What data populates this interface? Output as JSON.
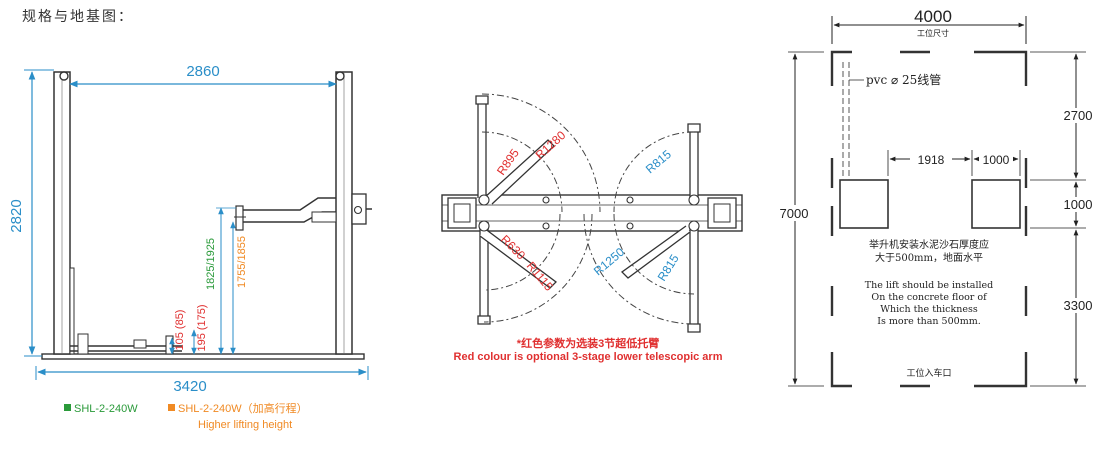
{
  "title": "规格与地基图：",
  "front_view": {
    "width_inner": "2860",
    "width_outer": "3420",
    "height": "2820",
    "dim_105_85": "105 (85)",
    "dim_195_175": "195 (175)",
    "dim_1825_1925": "1825/1925",
    "dim_1755_1855": "1755/1855"
  },
  "legend": {
    "model_std": "SHL-2-240W",
    "model_high": "SHL-2-240W（加高行程）",
    "model_high_en": "Higher lifting height",
    "std_color": "#2a9a3a",
    "high_color": "#f08a24"
  },
  "top_view": {
    "r895": "R895",
    "r1280": "R1280",
    "r815_top": "R815",
    "r630": "R630",
    "r1115": "R1115",
    "r1250": "R1250",
    "r815_bottom": "R815",
    "note_cn": "*红色参数为选装3节超低托臂",
    "note_en": "Red colour is optional 3-stage lower telescopic arm"
  },
  "foundation": {
    "width": "4000",
    "width_label": "工位尺寸",
    "pipe": "pvc ⌀ 25线管",
    "d1918": "1918",
    "d1000_h": "1000",
    "d2700": "2700",
    "d1000_v": "1000",
    "d3300": "3300",
    "d7000": "7000",
    "req_cn_1": "举升机安装水泥沙石厚度应",
    "req_cn_2": "大于500mm，地面水平",
    "req_en_1": "The lift should be installed",
    "req_en_2": "On the concrete floor of",
    "req_en_3": "Which the thickness",
    "req_en_4": "Is more than 500mm.",
    "entrance": "工位入车口"
  }
}
